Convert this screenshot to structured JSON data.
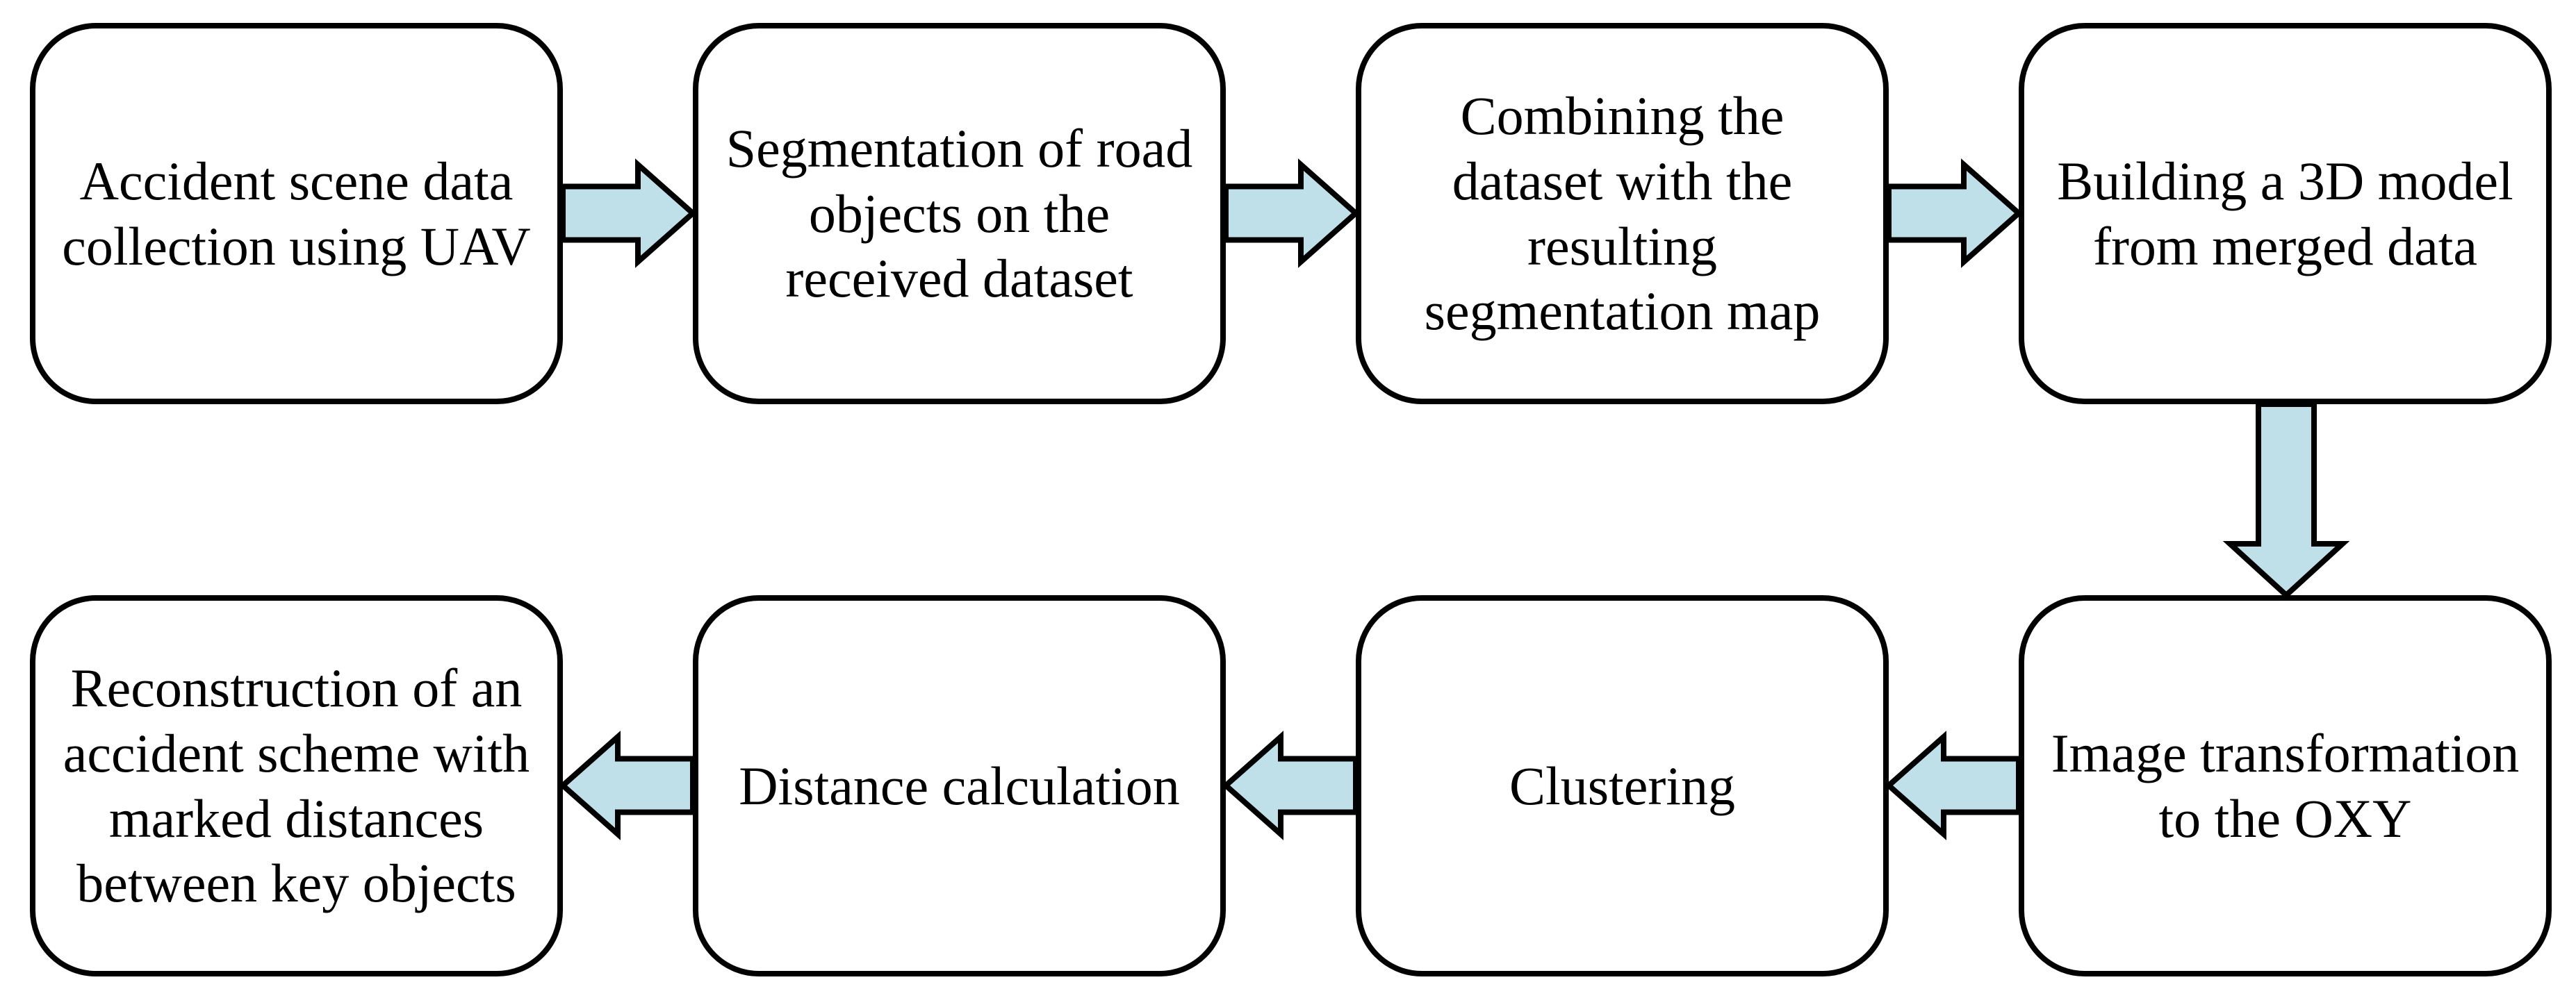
{
  "flowchart": {
    "steps": [
      {
        "order": 1,
        "label": "Accident scene data\ncollection using UAV"
      },
      {
        "order": 2,
        "label": "Segmentation of road\nobjects on the\nreceived dataset"
      },
      {
        "order": 3,
        "label": "Combining the\ndataset with the\nresulting\nsegmentation map"
      },
      {
        "order": 4,
        "label": "Building a 3D model\nfrom merged data"
      },
      {
        "order": 5,
        "label": "Image transformation\nto the OXY"
      },
      {
        "order": 6,
        "label": "Clustering"
      },
      {
        "order": 7,
        "label": "Distance calculation"
      },
      {
        "order": 8,
        "label": "Reconstruction of an\naccident scheme with\nmarked distances\nbetween key objects"
      }
    ],
    "connections": [
      {
        "from": 1,
        "to": 2,
        "direction": "right"
      },
      {
        "from": 2,
        "to": 3,
        "direction": "right"
      },
      {
        "from": 3,
        "to": 4,
        "direction": "right"
      },
      {
        "from": 4,
        "to": 5,
        "direction": "down"
      },
      {
        "from": 5,
        "to": 6,
        "direction": "left"
      },
      {
        "from": 6,
        "to": 7,
        "direction": "left"
      },
      {
        "from": 7,
        "to": 8,
        "direction": "left"
      }
    ],
    "colors": {
      "arrow_fill": "#BFDFE9",
      "arrow_stroke": "#000000",
      "box_border": "#000000",
      "box_background": "#FFFFFF",
      "page_background": "#FFFFFF",
      "text": "#000000"
    }
  }
}
